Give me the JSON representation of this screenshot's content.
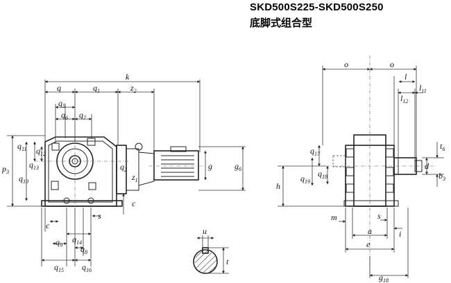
{
  "title": "SKD500S225-SKD500S250",
  "subtitle": "底脚式组合型",
  "labels": {
    "k": "k",
    "q": "q",
    "q1": "q",
    "z2": "z",
    "q5": "q",
    "q6": "q",
    "q7": "q",
    "p3": "p",
    "q11": "q",
    "q12": "q",
    "q13": "q",
    "q10": "q",
    "q2": "q",
    "z1": "z",
    "g": "g",
    "g6": "g",
    "c": "c",
    "s": "s",
    "q9": "q",
    "q14": "q",
    "q8": "q",
    "q15": "q",
    "q16": "q",
    "u": "u",
    "t": "t",
    "o_left": "o",
    "o_right": "o",
    "l": "l",
    "l12": "l",
    "l11": "l",
    "q17": "q",
    "q19": "q",
    "q18": "q",
    "h": "h",
    "d": "d",
    "b3": "b",
    "t6": "t",
    "m": "m",
    "a": "a",
    "s2": "s",
    "i": "i",
    "e": "e",
    "g18": "g"
  },
  "subscripts": {
    "q1": "1",
    "z2": "2",
    "q5": "5",
    "q6": "6",
    "q7": "7",
    "p3": "3",
    "q11": "11",
    "q12": "12",
    "q13": "13",
    "q10": "10",
    "q2": "2",
    "z1": "1",
    "g6": "6",
    "q9": "9",
    "q14": "14",
    "q8": "8",
    "q15": "15",
    "q16": "16",
    "l12": "12",
    "l11": "11",
    "q17": "17",
    "q19": "19",
    "q18": "18",
    "b3": "3",
    "t6": "6",
    "g18": "18"
  }
}
